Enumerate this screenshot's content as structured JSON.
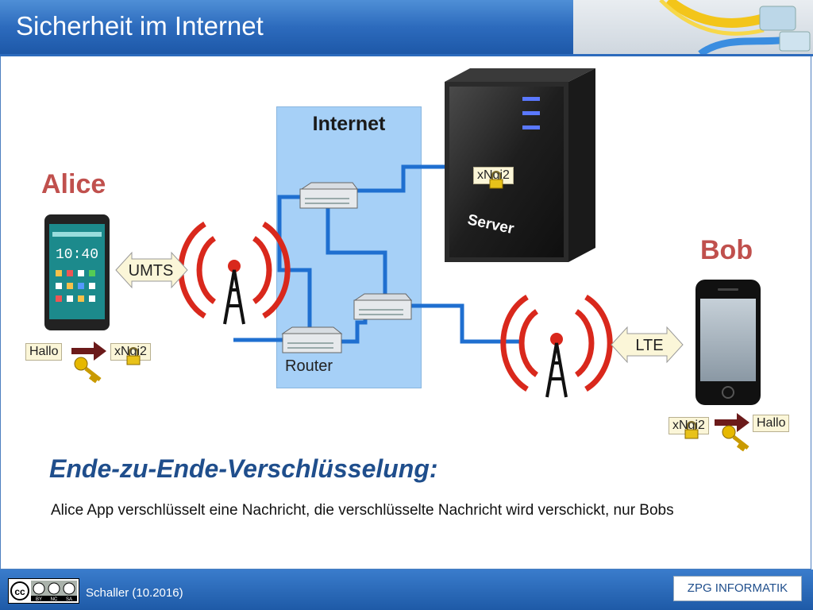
{
  "header": {
    "title": "Sicherheit im Internet"
  },
  "diagram": {
    "internet_label": "Internet",
    "server_label": "Server",
    "router_label": "Router",
    "alice_label": "Alice",
    "bob_label": "Bob",
    "alice_link_label": "UMTS",
    "bob_link_label": "LTE",
    "cipher_text": "xNgi2",
    "plain_text": "Hallo",
    "phone_time": "10:40"
  },
  "main": {
    "heading": "Ende-zu-Ende-Verschlüsselung:",
    "description": "Alice App verschlüsselt eine Nachricht, die verschlüsselte Nachricht wird verschickt, nur Bobs"
  },
  "footer": {
    "credit": "Schaller (10.2016)",
    "license_tags": [
      "BY",
      "NC",
      "SA"
    ],
    "brand": "ZPG INFORMATIK"
  },
  "colors": {
    "header_blue": "#2d6bbd",
    "accent_red": "#c0504d",
    "heading_blue": "#1f4e8c",
    "internet_box": "#a6d0f7",
    "link_blue": "#1f6fd0",
    "signal_red": "#d9281c"
  }
}
